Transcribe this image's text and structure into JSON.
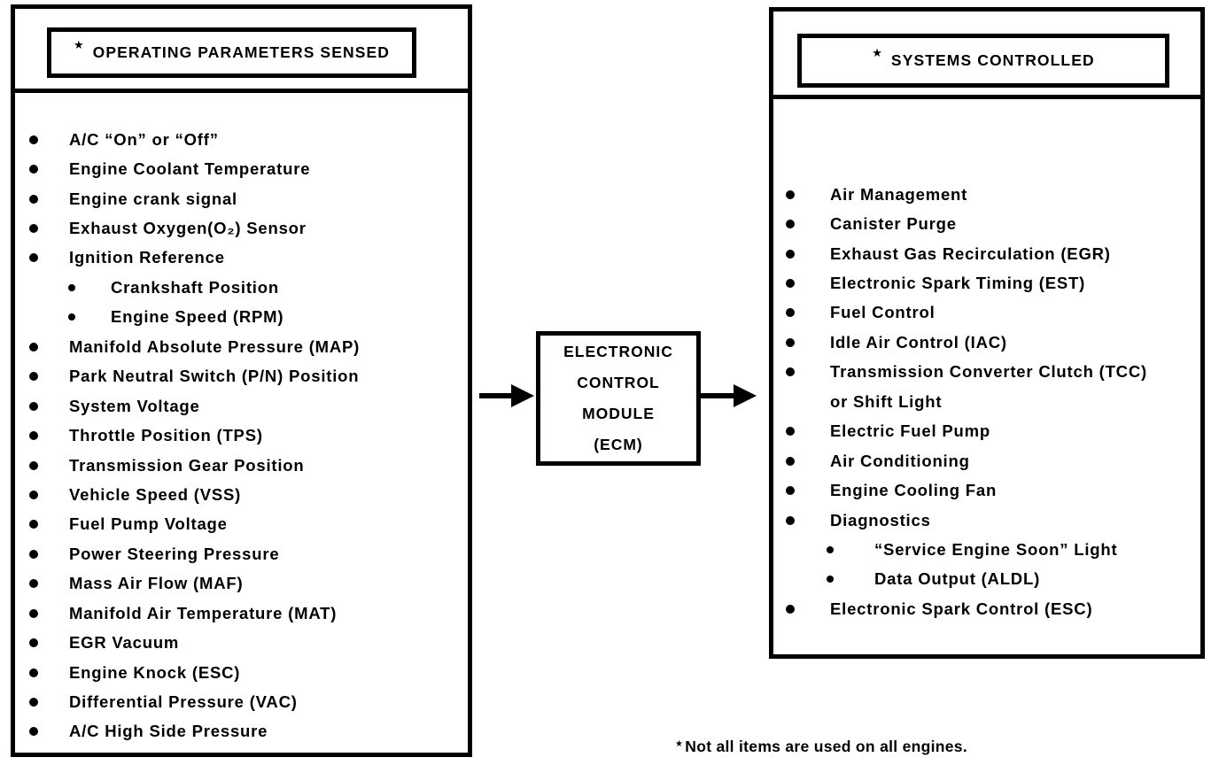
{
  "diagram": {
    "colors": {
      "ink": "#000000",
      "paper": "#ffffff"
    },
    "ecm": {
      "lines": [
        "ELECTRONIC",
        "CONTROL",
        "MODULE",
        "(ECM)"
      ]
    },
    "footnote": {
      "star": "★",
      "text": "Not all items are used on all engines."
    },
    "left_panel": {
      "star": "★",
      "title": "OPERATING PARAMETERS SENSED",
      "items": [
        {
          "text": "A/C “On” or “Off”",
          "level": 1
        },
        {
          "text": "Engine Coolant Temperature",
          "level": 1
        },
        {
          "text": "Engine crank signal",
          "level": 1
        },
        {
          "text": "Exhaust Oxygen(O₂) Sensor",
          "level": 1
        },
        {
          "text": "Ignition Reference",
          "level": 1
        },
        {
          "text": "Crankshaft Position",
          "level": 2
        },
        {
          "text": "Engine Speed (RPM)",
          "level": 2
        },
        {
          "text": "Manifold Absolute Pressure (MAP)",
          "level": 1
        },
        {
          "text": "Park Neutral Switch (P/N) Position",
          "level": 1
        },
        {
          "text": "System Voltage",
          "level": 1
        },
        {
          "text": "Throttle Position (TPS)",
          "level": 1
        },
        {
          "text": "Transmission Gear Position",
          "level": 1
        },
        {
          "text": "Vehicle Speed (VSS)",
          "level": 1
        },
        {
          "text": "Fuel Pump Voltage",
          "level": 1
        },
        {
          "text": "Power Steering Pressure",
          "level": 1
        },
        {
          "text": "Mass Air Flow (MAF)",
          "level": 1
        },
        {
          "text": "Manifold Air Temperature (MAT)",
          "level": 1
        },
        {
          "text": "EGR Vacuum",
          "level": 1
        },
        {
          "text": "Engine Knock (ESC)",
          "level": 1
        },
        {
          "text": "Differential Pressure (VAC)",
          "level": 1
        },
        {
          "text": "A/C High Side Pressure",
          "level": 1
        }
      ]
    },
    "right_panel": {
      "star": "★",
      "title": "SYSTEMS CONTROLLED",
      "items": [
        {
          "text": "Air Management",
          "level": 1
        },
        {
          "text": "Canister Purge",
          "level": 1
        },
        {
          "text": "Exhaust Gas Recirculation (EGR)",
          "level": 1
        },
        {
          "text": "Electronic Spark Timing (EST)",
          "level": 1
        },
        {
          "text": "Fuel Control",
          "level": 1
        },
        {
          "text": "Idle Air Control (IAC)",
          "level": 1
        },
        {
          "text": "Transmission Converter Clutch (TCC)",
          "level": 1
        },
        {
          "text": "or Shift Light",
          "level": 0
        },
        {
          "text": "Electric Fuel Pump",
          "level": 1
        },
        {
          "text": "Air Conditioning",
          "level": 1
        },
        {
          "text": "Engine Cooling Fan",
          "level": 1
        },
        {
          "text": "Diagnostics",
          "level": 1
        },
        {
          "text": "“Service Engine Soon” Light",
          "level": 2
        },
        {
          "text": "Data Output (ALDL)",
          "level": 2
        },
        {
          "text": "Electronic Spark Control (ESC)",
          "level": 1
        }
      ]
    }
  }
}
